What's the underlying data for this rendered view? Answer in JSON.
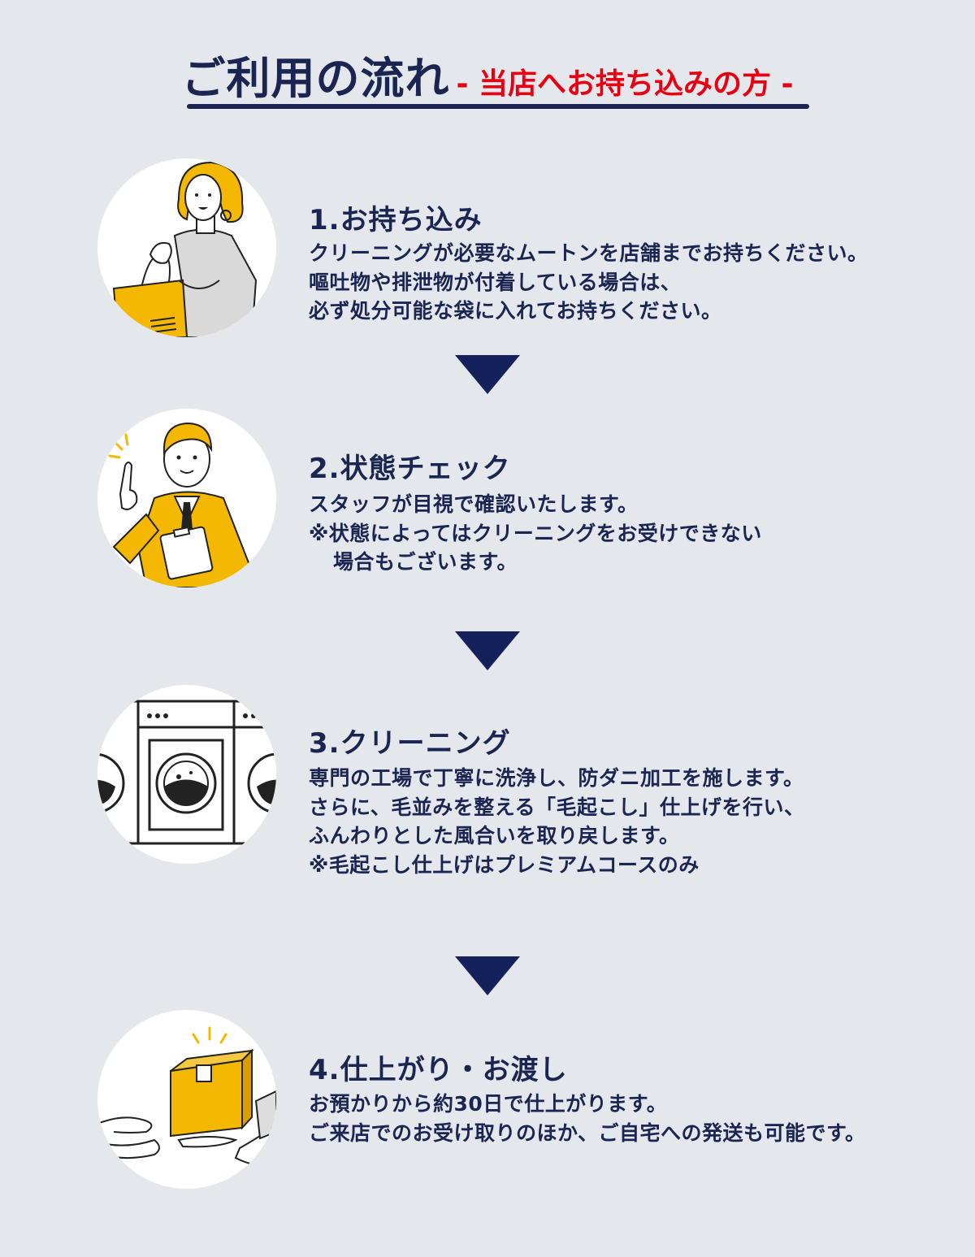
{
  "header": {
    "title": "ご利用の流れ",
    "subtitle": "- 当店へお持ち込みの方 -"
  },
  "steps": [
    {
      "title": "1.お持ち込み",
      "lines": [
        "クリーニングが必要なムートンを店舗までお持ちください。",
        "嘔吐物や排泄物が付着している場合は、",
        "必ず処分可能な袋に入れてお持ちください。"
      ],
      "icon": "shopping-woman-icon"
    },
    {
      "title": "2.状態チェック",
      "lines": [
        "スタッフが目視で確認いたします。",
        "※状態によってはクリーニングをお受けできない",
        "場合もございます。"
      ],
      "icon": "staff-checking-icon"
    },
    {
      "title": "3.クリーニング",
      "lines": [
        "専門の工場で丁寧に洗浄し、防ダニ加工を施します。",
        "さらに、毛並みを整える「毛起こし」仕上げを行い、",
        "ふんわりとした風合いを取り戻します。",
        "※毛起こし仕上げはプレミアムコースのみ"
      ],
      "icon": "washing-machine-icon"
    },
    {
      "title": "4.仕上がり・お渡し",
      "lines": [
        "お預かりから約30日で仕上がります。",
        "ご来店でのお受け取りのほか、ご自宅への発送も可能です。"
      ],
      "icon": "package-handover-icon"
    }
  ],
  "colors": {
    "background": "#e4e8ec",
    "navy": "#1b2552",
    "accent_red": "#e60012",
    "accent_yellow": "#f5b800"
  }
}
